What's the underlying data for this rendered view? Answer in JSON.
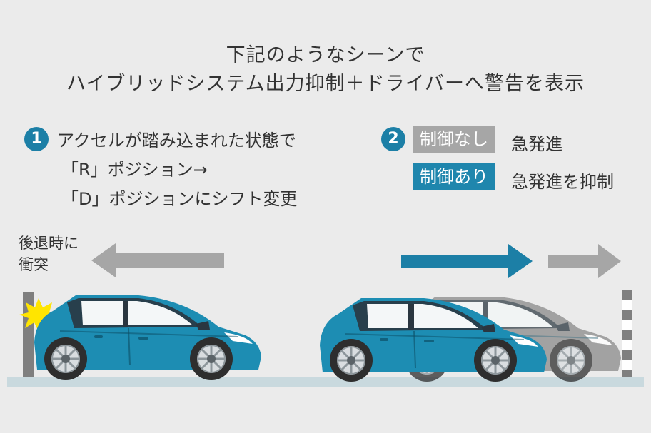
{
  "title": {
    "line1": "下記のようなシーンで",
    "line2": "ハイブリッドシステム出力抑制＋ドライバーへ警告を表示"
  },
  "scenario1": {
    "number": "1",
    "line1": "アクセルが踏み込まれた状態で",
    "line2": "「R」ポジション→",
    "line3": "「D」ポジションにシフト変更"
  },
  "scenario2": {
    "number": "2",
    "no_control_label": "制御なし",
    "no_control_result": "急発進",
    "control_label": "制御あり",
    "control_result": "急発進を抑制"
  },
  "collision_label": {
    "line1": "後退時に",
    "line2": "衝突"
  },
  "colors": {
    "background": "#ebebeb",
    "accent_blue": "#1c7fa6",
    "gray": "#a6a6a6",
    "car_blue": "#1d8db3",
    "ghost_car": "#8a8a8a",
    "ground": "#c9d9de",
    "impact": "#ffe500"
  }
}
